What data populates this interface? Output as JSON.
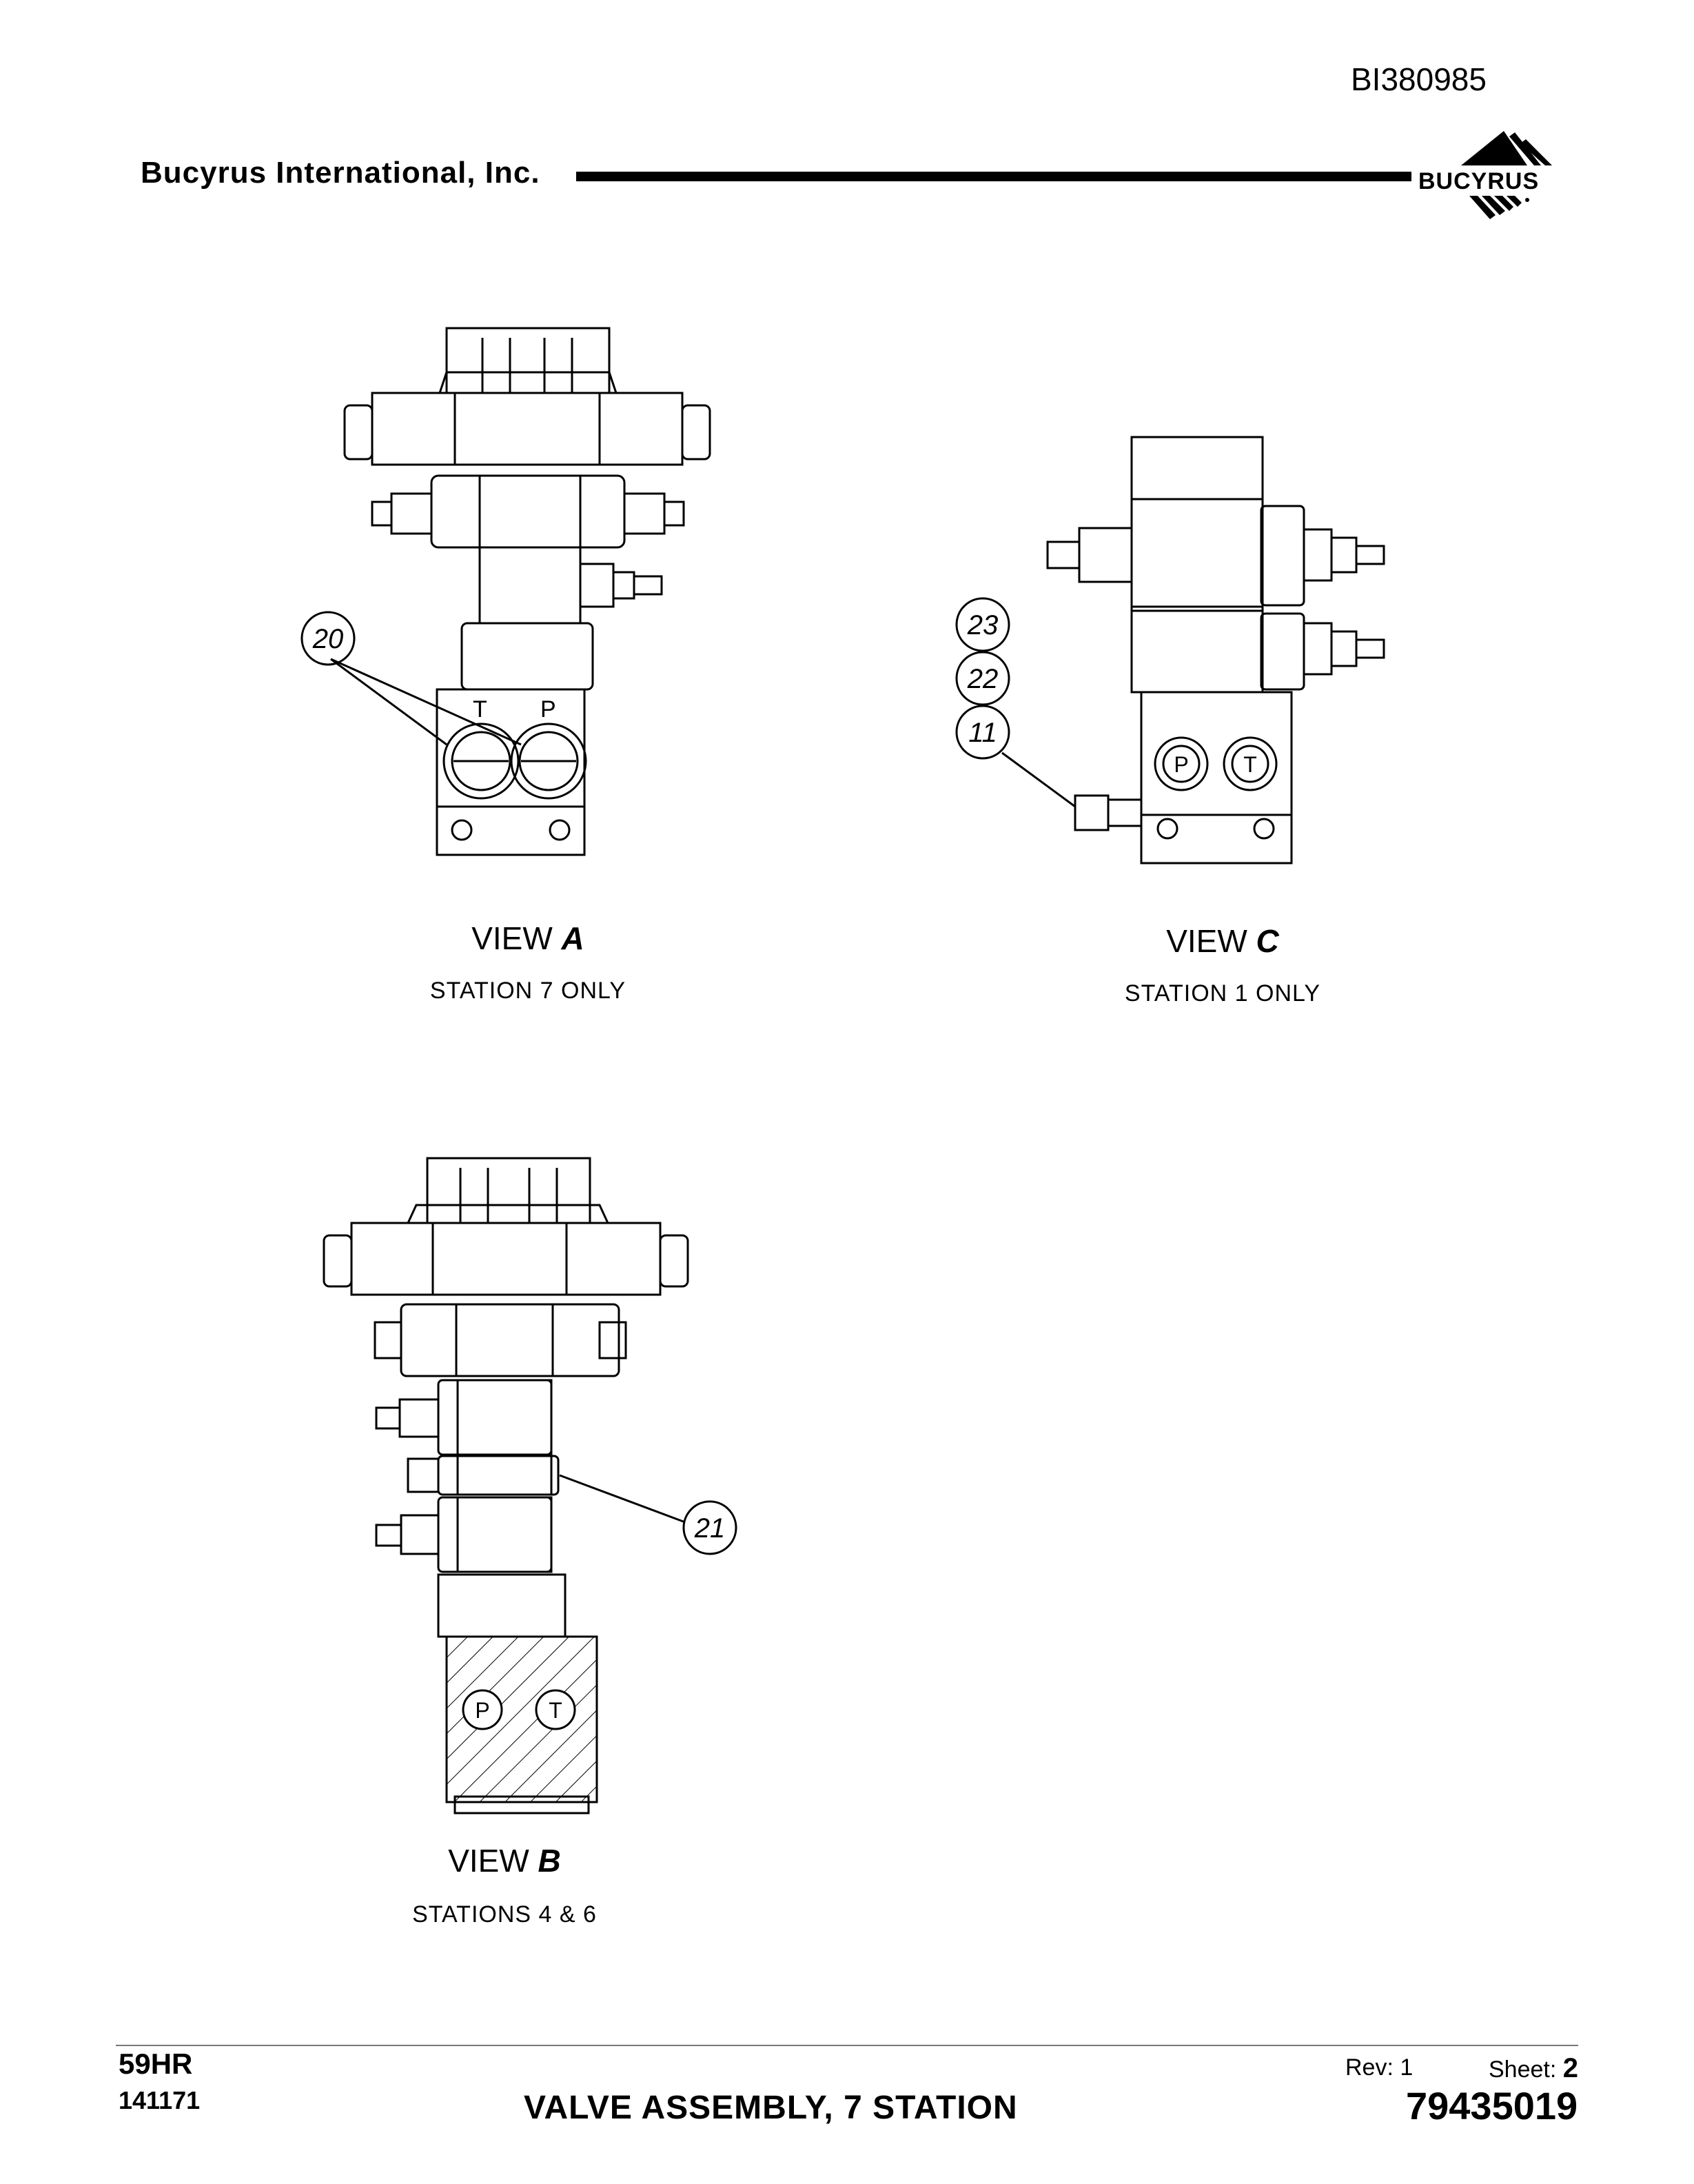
{
  "header": {
    "doc_id": "BI380985",
    "company": "Bucyrus International, Inc.",
    "logo_text": "BUCYRUS"
  },
  "views": {
    "a": {
      "prefix": "VIEW",
      "letter": "A",
      "subtitle": "STATION 7 ONLY",
      "port_t": "T",
      "port_p": "P"
    },
    "b": {
      "prefix": "VIEW",
      "letter": "B",
      "subtitle": "STATIONS 4 & 6",
      "port_p": "P",
      "port_t": "T"
    },
    "c": {
      "prefix": "VIEW",
      "letter": "C",
      "subtitle": "STATION 1 ONLY",
      "port_p": "P",
      "port_t": "T"
    }
  },
  "callouts": {
    "c20": "20",
    "c21": "21",
    "c23": "23",
    "c22": "22",
    "c11": "11"
  },
  "footer": {
    "model": "59HR",
    "serial": "141171",
    "title": "VALVE ASSEMBLY, 7 STATION",
    "rev_label": "Rev:",
    "rev_value": "1",
    "sheet_label": "Sheet:",
    "sheet_value": "2",
    "part_number": "79435019"
  }
}
